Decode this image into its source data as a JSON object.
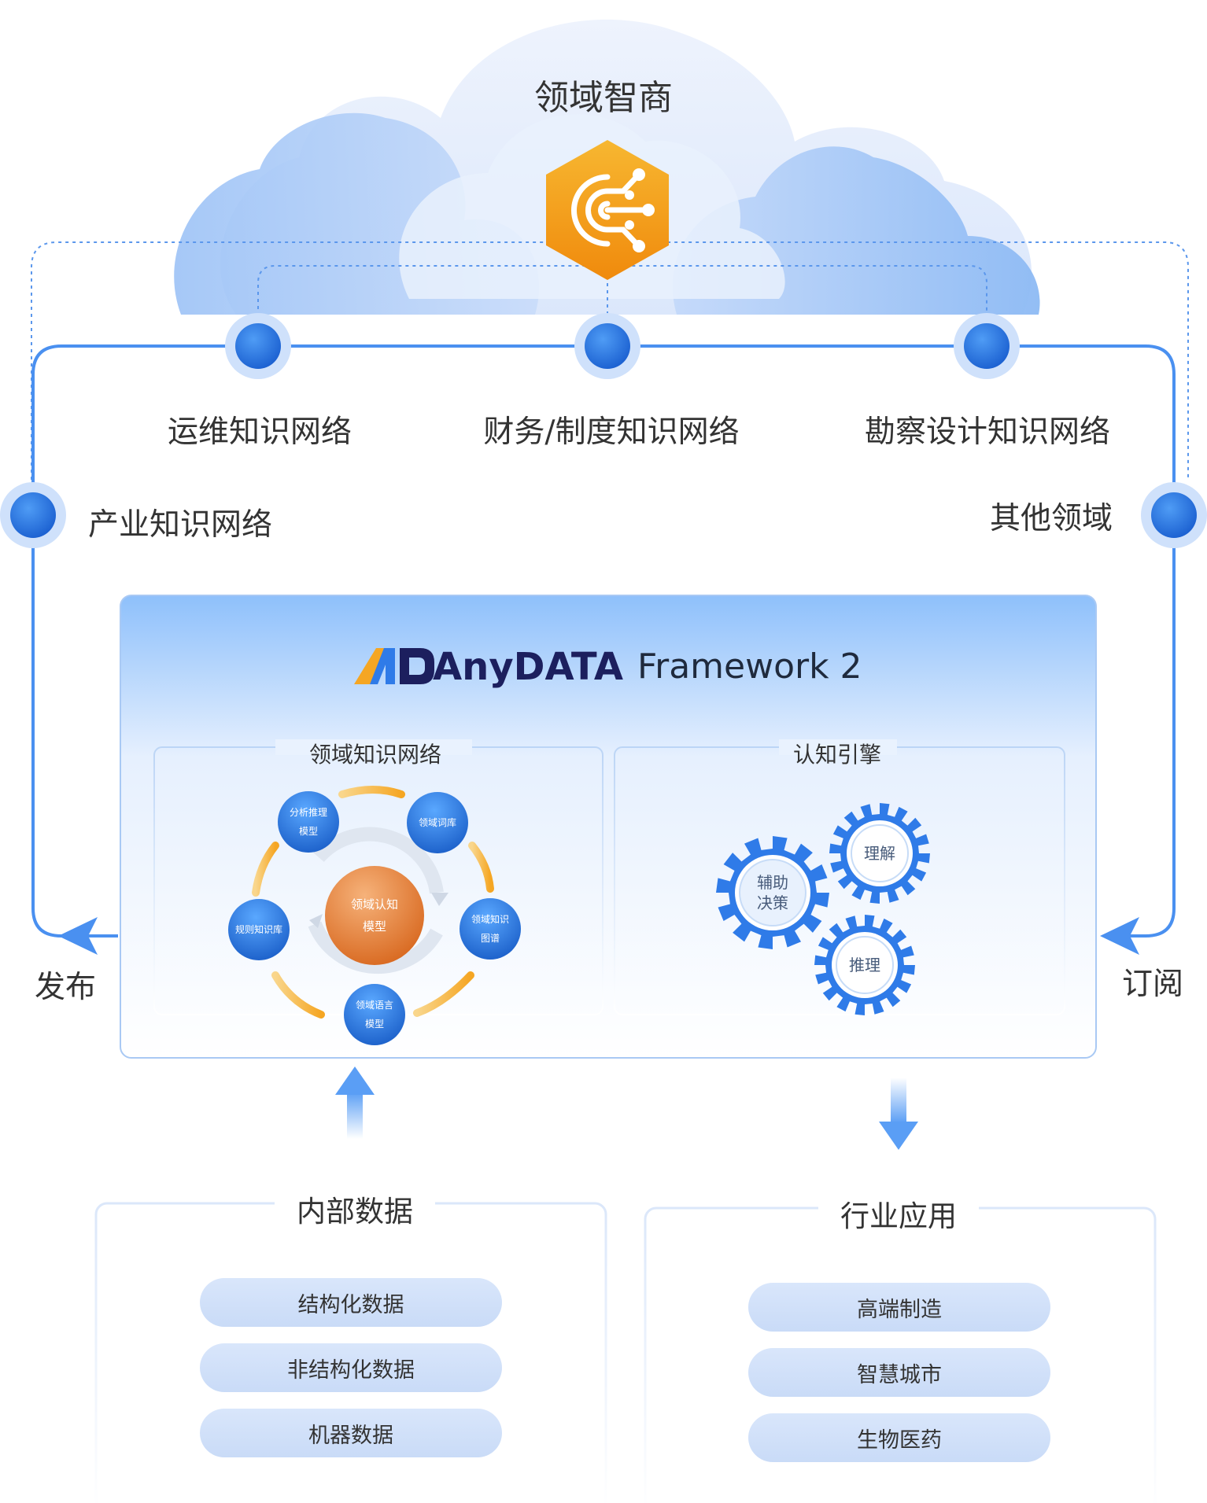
{
  "cloud": {
    "title": "领域智商",
    "hub_icon": "brain-gear-icon"
  },
  "networks": [
    {
      "label": "运维知识网络"
    },
    {
      "label": "财务/制度知识网络"
    },
    {
      "label": "勘察设计知识网络"
    }
  ],
  "side_labels": {
    "left": "产业知识网络",
    "right": "其他领域"
  },
  "flows": {
    "publish": "发布",
    "subscribe": "订阅"
  },
  "framework": {
    "brand": "AnyDATA",
    "name": "Framework 2",
    "domain_panel": {
      "title": "领域知识网络",
      "center": [
        "领域认知",
        "模型"
      ],
      "nodes": [
        {
          "lines": [
            "分析推理",
            "模型"
          ]
        },
        {
          "lines": [
            "领域词库"
          ]
        },
        {
          "lines": [
            "领域知识",
            "图谱"
          ]
        },
        {
          "lines": [
            "领域语言",
            "模型"
          ]
        },
        {
          "lines": [
            "规则知识库"
          ]
        }
      ]
    },
    "engine_panel": {
      "title": "认知引擎",
      "gears": [
        {
          "lines": [
            "辅助",
            "决策"
          ]
        },
        {
          "lines": [
            "理解"
          ]
        },
        {
          "lines": [
            "推理"
          ]
        }
      ]
    }
  },
  "internal_data": {
    "title": "内部数据",
    "items": [
      "结构化数据",
      "非结构化数据",
      "机器数据"
    ]
  },
  "industry_apps": {
    "title": "行业应用",
    "items": [
      "高端制造",
      "智慧城市",
      "生物医药"
    ]
  },
  "colors": {
    "primary_blue": "#2f7be8",
    "line_blue": "#4a90f0",
    "hub_orange": "#f5a623",
    "center_orange": "#e07a2c",
    "logo_navy": "#1c1f5e",
    "pill_bg": "#d3e2fa"
  }
}
